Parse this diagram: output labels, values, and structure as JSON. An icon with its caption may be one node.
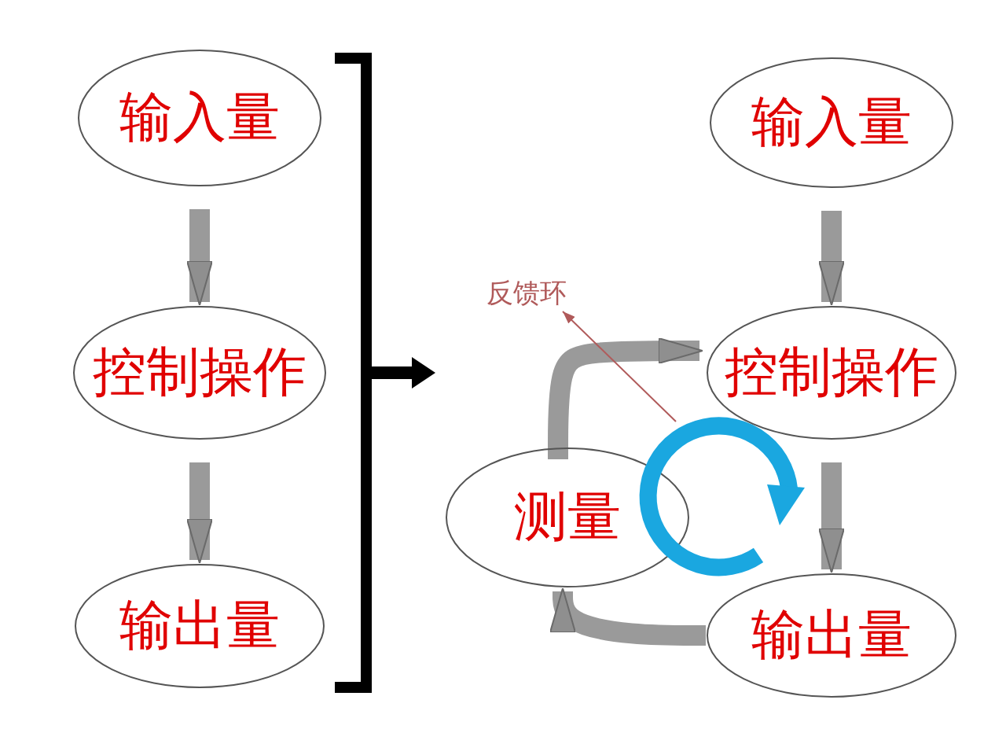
{
  "diagram": {
    "nodes": [
      {
        "text": [
          "输入量"
        ]
      },
      {
        "text": [
          "控制操作"
        ]
      },
      {
        "text": [
          "输出量"
        ]
      },
      {
        "text": [
          "输入量"
        ]
      },
      {
        "text": [
          "控制操作"
        ]
      },
      {
        "text": [
          "测量"
        ]
      },
      {
        "text": [
          "输出量"
        ]
      },
      {
        "text": [
          "反馈环"
        ]
      },
      {
        "text": [],
        "shape": "circle"
      }
    ],
    "edges": [
      {
        "from": 0,
        "to": 1,
        "arrow": "to"
      },
      {
        "from": 1,
        "to": 2,
        "arrow": "to"
      },
      {
        "from": 3,
        "to": 4,
        "arrow": "to"
      },
      {
        "from": 4,
        "to": 6,
        "arrow": "to"
      },
      {
        "from": 6,
        "to": 5,
        "arrow": "to"
      },
      {
        "from": 5,
        "to": 4,
        "arrow": "to"
      },
      {
        "from": 8,
        "to": 7,
        "arrow": "to",
        "color": "#b05a5a"
      }
    ]
  }
}
